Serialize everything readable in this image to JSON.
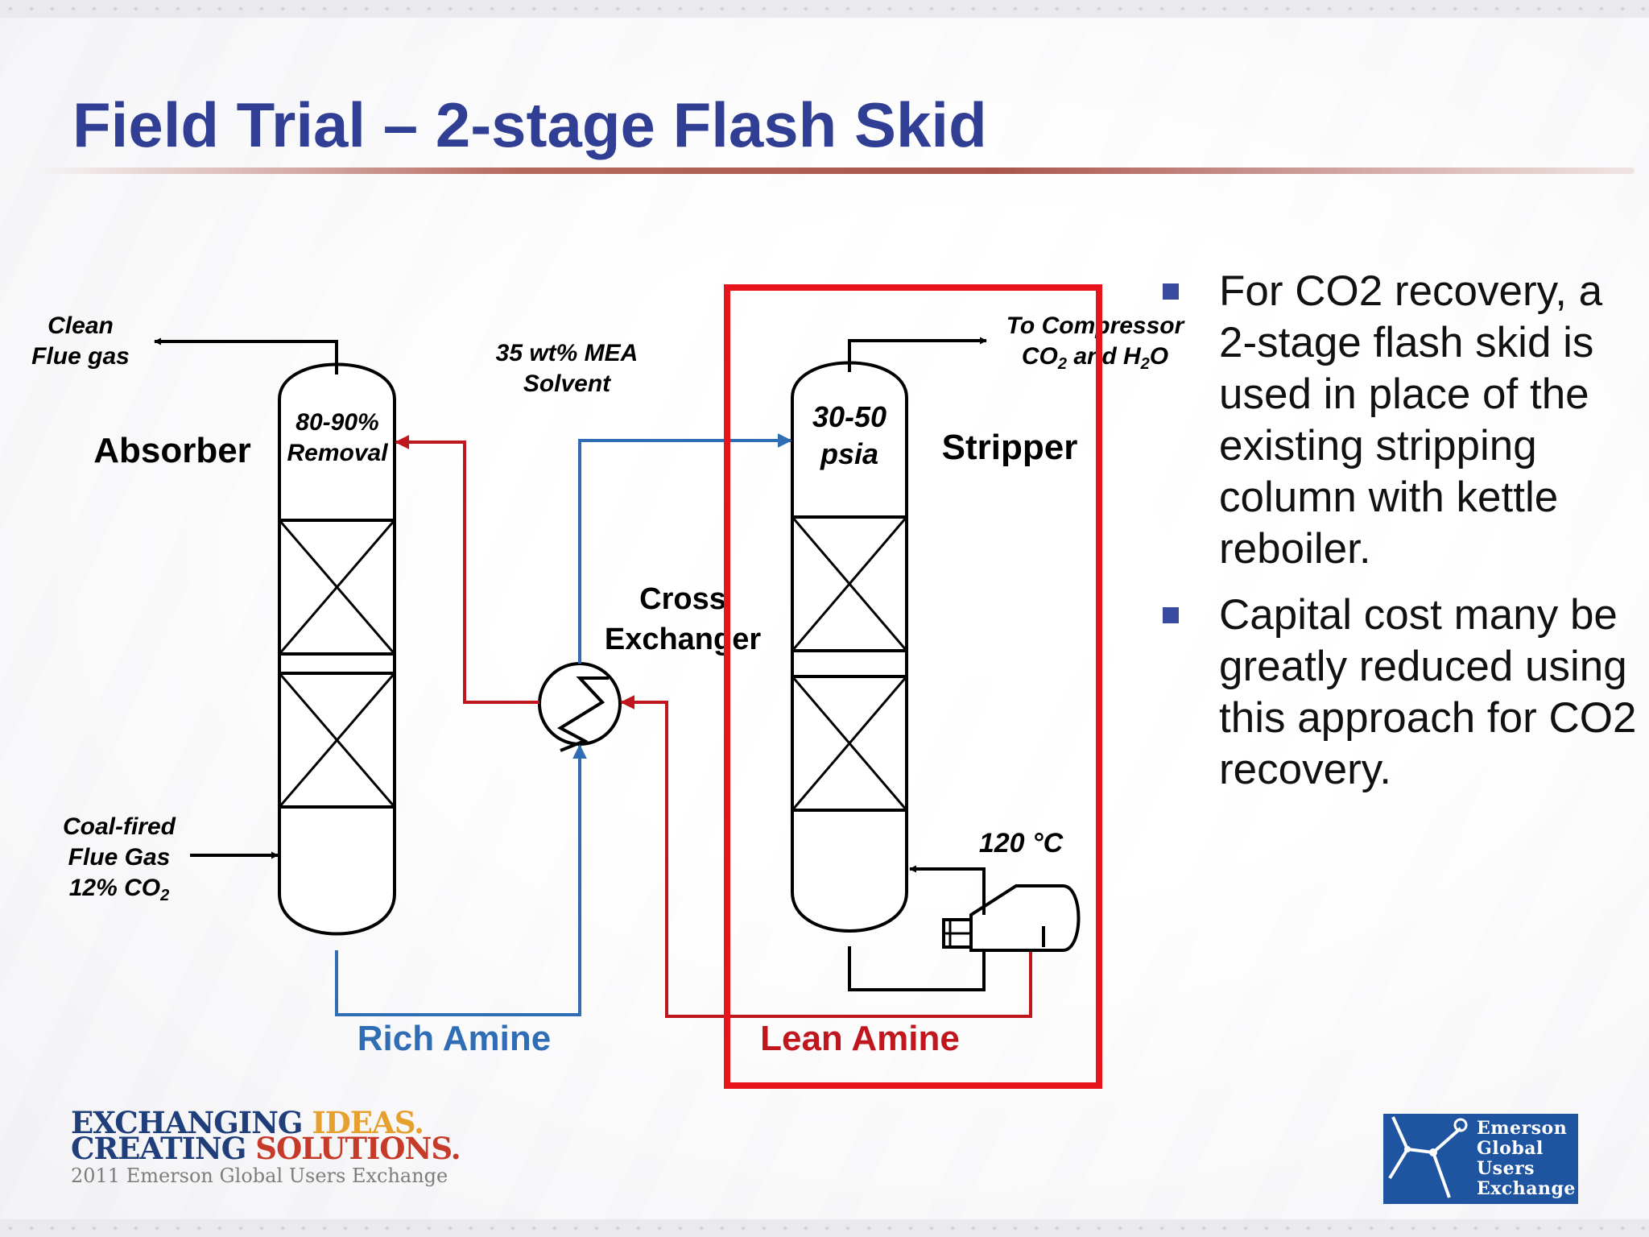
{
  "slide": {
    "title": "Field Trial – 2-stage Flash Skid"
  },
  "diagram": {
    "absorber": {
      "label": "Absorber",
      "removal_value": "80-90%",
      "removal_label": "Removal"
    },
    "stripper": {
      "label": "Stripper",
      "pressure_value": "30-50",
      "pressure_unit": "psia"
    },
    "clean_flue_gas": [
      "Clean",
      "Flue gas"
    ],
    "coal_fired_flue_gas": [
      "Coal-fired",
      "Flue Gas",
      "12% CO",
      "2"
    ],
    "solvent": [
      "35 wt% MEA",
      "Solvent"
    ],
    "cross_exchanger": [
      "Cross",
      "Exchanger"
    ],
    "to_compressor": [
      "To Compressor",
      "CO",
      "2",
      " and H",
      "2",
      "O"
    ],
    "reboiler_temperature": "120 °C",
    "rich_amine": "Rich Amine",
    "lean_amine": "Lean Amine"
  },
  "bullets": [
    "For CO2 recovery, a 2-stage flash skid is used in place of the existing stripping column with kettle reboiler.",
    "Capital cost many be greatly reduced using this approach for CO2 recovery."
  ],
  "footer": {
    "slogan_line1_a": "EXCHANGING ",
    "slogan_line1_b": "IDEAS.",
    "slogan_line2_a": "CREATING ",
    "slogan_line2_b": "SOLUTIONS.",
    "conference": "2011 Emerson Global Users Exchange",
    "logo_lines": [
      "Emerson",
      "Global",
      "Users",
      "Exchange"
    ]
  },
  "colors": {
    "title": "#303f93",
    "rich_amine": "#2f6db5",
    "lean_amine": "#c0171e",
    "highlight_box": "#e8141b",
    "bullet_marker": "#3a4a9f"
  }
}
